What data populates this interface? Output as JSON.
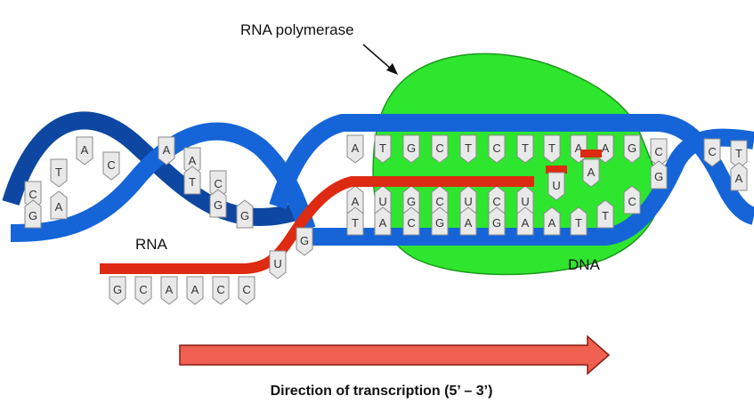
{
  "labels": {
    "polymerase": "RNA polymerase",
    "rna": "RNA",
    "dna": "DNA",
    "direction": "Direction of transcription (5’ – 3’)"
  },
  "colors": {
    "dna_strand": "#1565d8",
    "dna_strand_dark": "#0d47a1",
    "polymerase": "#2ee62e",
    "rna_strand": "#dd2a12",
    "arrow_fill": "#f06050",
    "arrow_stroke": "#8b1a10",
    "base_fill": "#e9e9e9"
  },
  "bases": {
    "left_helix_top": [
      "C",
      "T",
      "A",
      "C",
      "A",
      "A",
      "C"
    ],
    "left_helix_bottom": [
      "G",
      "A",
      "T",
      "G",
      "G"
    ],
    "dna_top_strand": [
      "A",
      "T",
      "G",
      "C",
      "T",
      "C",
      "T",
      "T",
      "A",
      "A",
      "G"
    ],
    "new_rna_bases": [
      "A",
      "U",
      "G",
      "C",
      "U",
      "C",
      "U"
    ],
    "incoming_nucleotides": [
      "U",
      "A"
    ],
    "dna_template_strand": [
      "T",
      "A",
      "C",
      "G",
      "A",
      "G",
      "A",
      "A",
      "T",
      "T",
      "C"
    ],
    "rna_transcript_tail": [
      "G",
      "C",
      "A",
      "A",
      "C",
      "C"
    ],
    "rna_exit_bases": [
      "G",
      "U"
    ],
    "right_helix": [
      "C",
      "G",
      "C",
      "T",
      "A"
    ]
  }
}
